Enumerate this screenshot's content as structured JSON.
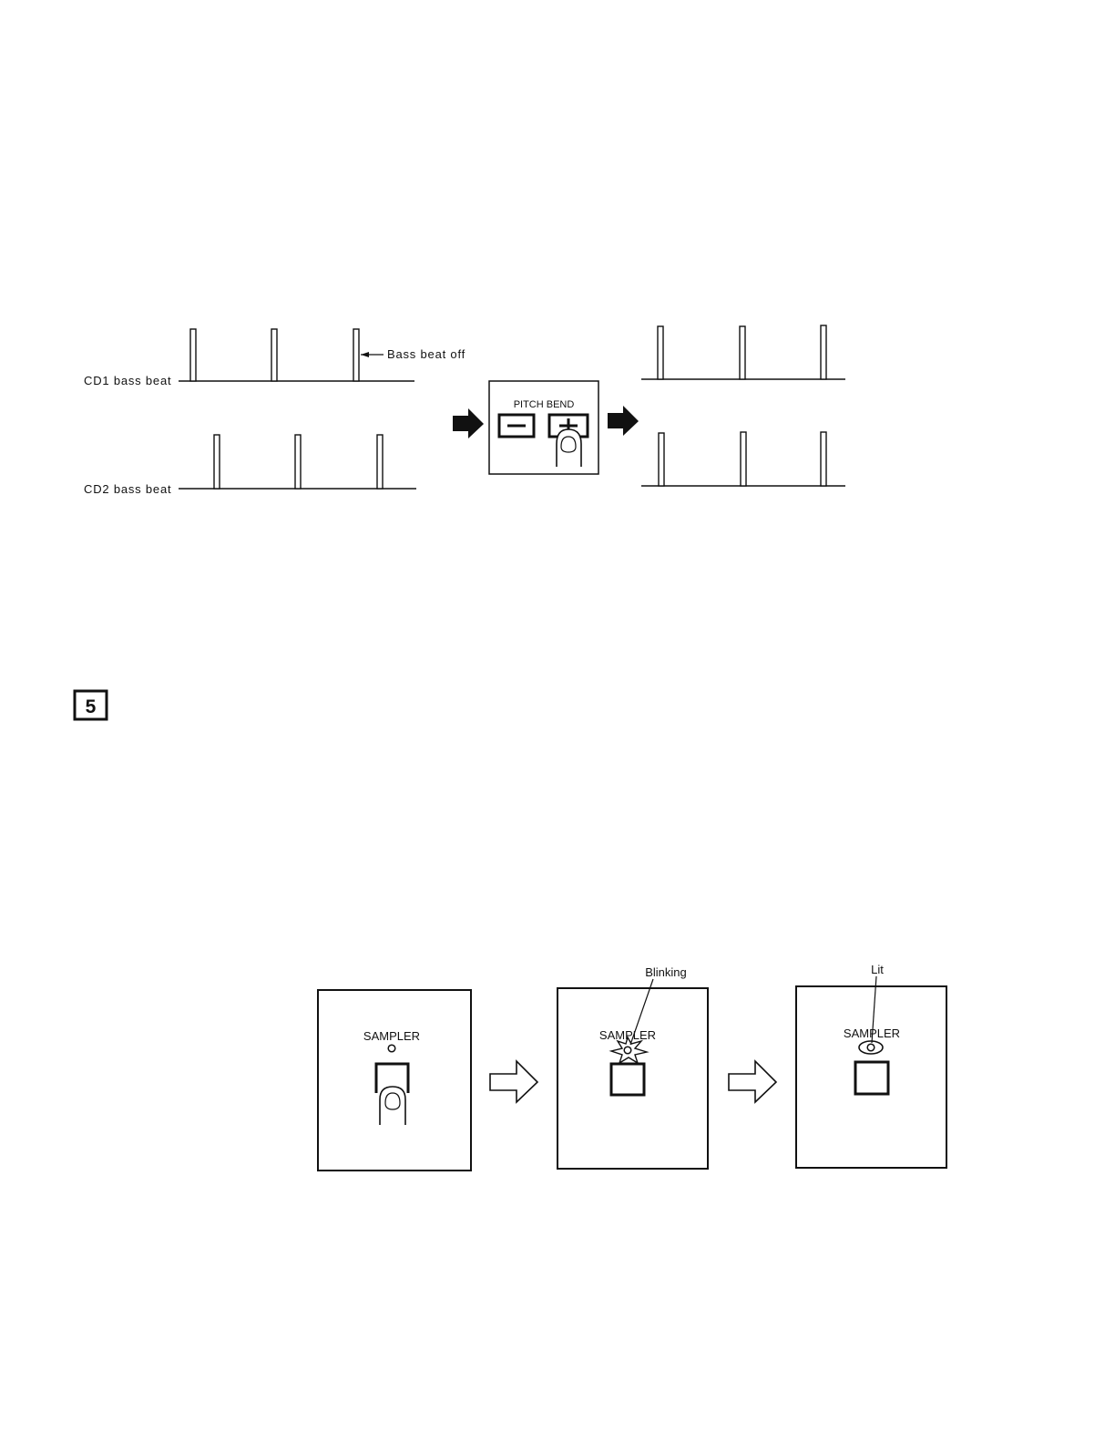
{
  "beat_diagram": {
    "cd1_label": "CD1  bass  beat",
    "cd2_label": "CD2  bass  beat",
    "bass_beat_off_label": "Bass  beat  off",
    "pitch_bend_label": "PITCH BEND",
    "minus_symbol": "−",
    "plus_symbol": "+"
  },
  "step": {
    "number": "5"
  },
  "sampler_diagram": {
    "panel1_label": "SAMPLER",
    "panel2_label": "SAMPLER",
    "panel3_label": "SAMPLER",
    "blinking_label": "Blinking",
    "lit_label": "Lit"
  },
  "icons": {
    "arrow_solid": "arrow-right-solid-icon",
    "arrow_outline": "arrow-right-outline-icon",
    "finger": "finger-press-icon",
    "indicator": "indicator-light-icon"
  }
}
